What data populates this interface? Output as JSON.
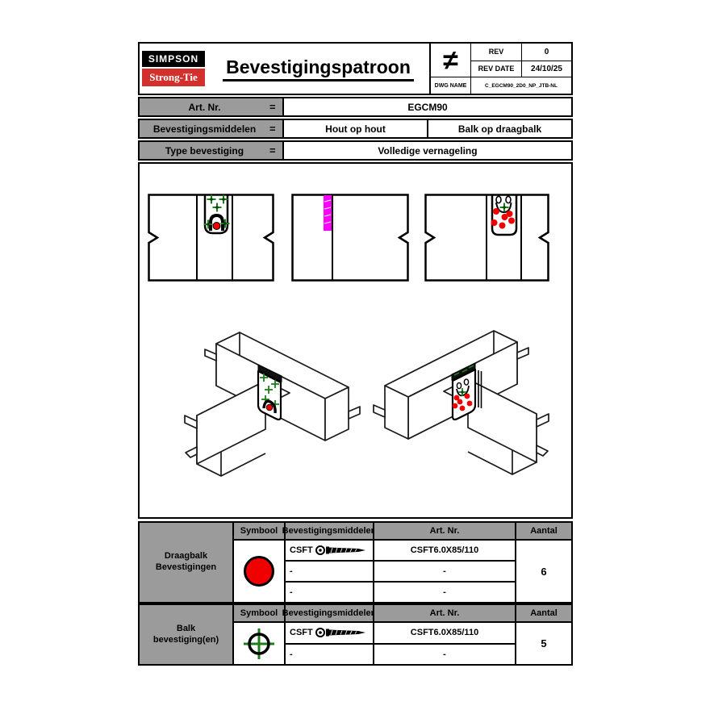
{
  "colors": {
    "logo_red": "#d2302c",
    "symbol_red": "#f00000",
    "symbol_green": "#1b7f1b",
    "hatch_magenta": "#ff00ff",
    "cell_gray": "#9b9b9b"
  },
  "icons": {
    "not_equal": "≠",
    "screw": "screw-side-view",
    "red_circle": "red-circle",
    "green_crosshair": "green-crosshair-target"
  },
  "header": {
    "logo_top": "SIMPSON",
    "logo_bottom": "Strong-Tie",
    "title": "Bevestigingspatroon",
    "not_equal_symbol": "≠",
    "rev_label": "REV",
    "rev_value": "0",
    "rev_date_label": "REV DATE",
    "rev_date_value": "24/10/25",
    "dwg_name_label": "DWG NAME",
    "dwg_name_value": "C_EGCM90_2D0_NP_JTB-NL"
  },
  "info": {
    "rows": [
      {
        "label": "Art. Nr.",
        "eq": "=",
        "values": [
          "EGCM90"
        ]
      },
      {
        "label": "Bevestigingsmiddelen",
        "eq": "=",
        "values": [
          "Hout op hout",
          "Balk op draagbalk"
        ]
      },
      {
        "label": "Type bevestiging",
        "eq": "=",
        "values": [
          "Volledige vernageling"
        ]
      }
    ]
  },
  "fastener_tables": [
    {
      "group_label_line1": "Draagbalk",
      "group_label_line2": "Bevestigingen",
      "headers": [
        "Symbool",
        "Bevestigingsmiddelen",
        "Art. Nr.",
        "Aantal"
      ],
      "symbol": "red-circle",
      "rows": [
        {
          "middel": "CSFT",
          "artnr": "CSFT6.0X85/110"
        },
        {
          "middel": "-",
          "artnr": "-"
        },
        {
          "middel": "-",
          "artnr": "-"
        }
      ],
      "aantal": "6"
    },
    {
      "group_label_line1": "Balk",
      "group_label_line2": "bevestiging(en)",
      "headers": [
        "Symbool",
        "Bevestigingsmiddelen",
        "Art. Nr.",
        "Aantal"
      ],
      "symbol": "green-crosshair",
      "rows": [
        {
          "middel": "CSFT",
          "artnr": "CSFT6.0X85/110"
        },
        {
          "middel": "-",
          "artnr": "-"
        }
      ],
      "aantal": "5"
    }
  ]
}
